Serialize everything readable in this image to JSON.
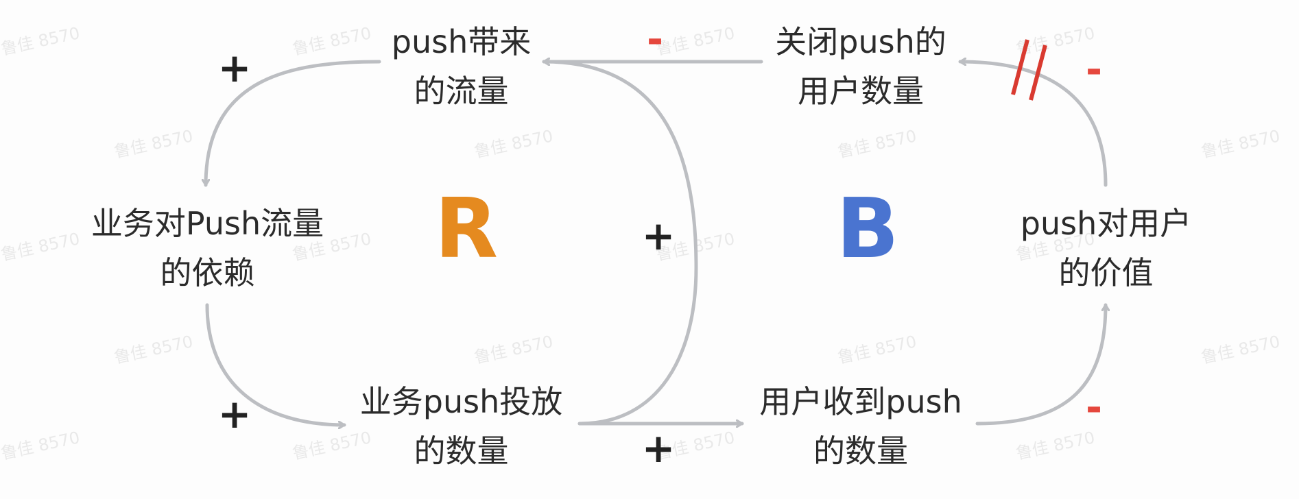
{
  "nodes": {
    "push_traffic": [
      "push带来",
      "的流量"
    ],
    "close_users": [
      "关闭push的",
      "用户数量"
    ],
    "dependence": [
      "业务对Push流量",
      "的依赖"
    ],
    "push_value": [
      "push对用户",
      "的价值"
    ],
    "push_count": [
      "业务push投放",
      "的数量"
    ],
    "received": [
      "用户收到push",
      "的数量"
    ]
  },
  "signs": {
    "plus": "+",
    "minus": "-"
  },
  "loops": {
    "reinforcing": "R",
    "balancing": "B"
  },
  "watermark": "鲁佳 8570",
  "colors": {
    "reinforcing": "#e58a1f",
    "balancing": "#4a74d0",
    "negative": "#e5473d",
    "arrow": "#bcbec2",
    "delay": "#d93a30"
  }
}
